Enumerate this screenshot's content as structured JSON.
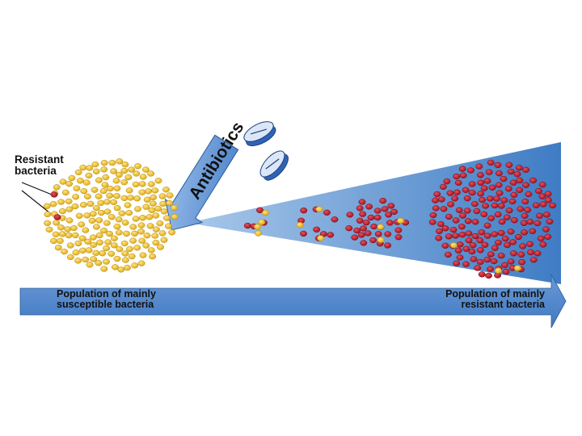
{
  "labels": {
    "resistant_line1": "Resistant",
    "resistant_line2": "bacteria",
    "antibiotics": "Antibiotics",
    "left_caption_line1": "Population of mainly",
    "left_caption_line2": "susceptible bacteria",
    "right_caption_line1": "Population of mainly",
    "right_caption_line2": "resistant bacteria"
  },
  "colors": {
    "susceptible": "#f0c020",
    "resistant": "#c4162a",
    "arrow_blue": "#4f86c9",
    "arrow_light": "#a9c8ea",
    "pill_blue": "#2f63b8"
  },
  "populations": [
    {
      "name": "initial",
      "susceptible": 190,
      "resistant": 2
    },
    {
      "name": "stage-1",
      "susceptible": 4,
      "resistant": 4
    },
    {
      "name": "stage-2",
      "susceptible": 3,
      "resistant": 10
    },
    {
      "name": "stage-3",
      "susceptible": 3,
      "resistant": 34
    },
    {
      "name": "final",
      "susceptible": 3,
      "resistant": 160
    }
  ]
}
